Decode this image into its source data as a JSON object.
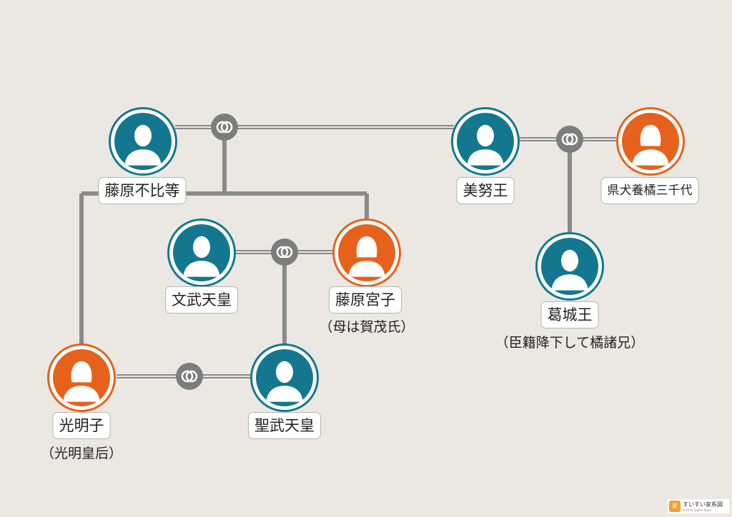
{
  "people": {
    "fujiwara_fuhito": {
      "name": "藤原不比等",
      "gender": "male"
    },
    "mommu": {
      "name": "文武天皇",
      "gender": "male"
    },
    "fujiwara_miyako": {
      "name": "藤原宮子",
      "note": "（母は賀茂氏）",
      "gender": "female"
    },
    "komyoshi": {
      "name": "光明子",
      "note": "（光明皇后）",
      "gender": "female"
    },
    "shomu": {
      "name": "聖武天皇",
      "gender": "male"
    },
    "minu": {
      "name": "美努王",
      "gender": "male"
    },
    "michiyo": {
      "name": "県犬養橘三千代",
      "gender": "female"
    },
    "kazuraki": {
      "name": "葛城王",
      "note": "（臣籍降下して橘諸兄）",
      "gender": "male"
    }
  },
  "colors": {
    "male": "#13788f",
    "female": "#e6621c",
    "line": "#8a8a8a",
    "background": "#ebe8e3"
  },
  "logo": {
    "title": "すいすい家系図",
    "sub": "©2018 Digital Spice"
  }
}
